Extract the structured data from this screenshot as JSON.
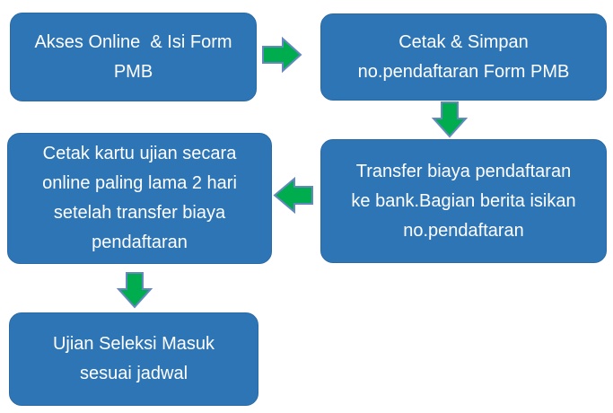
{
  "diagram": {
    "type": "flowchart",
    "steps": [
      {
        "id": "akses-online",
        "label": "Akses Online  & Isi Form\nPMB"
      },
      {
        "id": "cetak-simpan",
        "label": "Cetak & Simpan\nno.pendaftaran Form PMB"
      },
      {
        "id": "transfer-biaya",
        "label": "Transfer biaya pendaftaran\nke bank.Bagian berita isikan\nno.pendaftaran"
      },
      {
        "id": "cetak-kartu",
        "label": "Cetak kartu ujian secara\nonline paling lama 2 hari\nsetelah transfer biaya\npendaftaran"
      },
      {
        "id": "ujian-seleksi",
        "label": "Ujian Seleksi Masuk\nsesuai jadwal"
      }
    ],
    "arrows": [
      {
        "from": "akses-online",
        "to": "cetak-simpan",
        "direction": "right"
      },
      {
        "from": "cetak-simpan",
        "to": "transfer-biaya",
        "direction": "down"
      },
      {
        "from": "transfer-biaya",
        "to": "cetak-kartu",
        "direction": "left"
      },
      {
        "from": "cetak-kartu",
        "to": "ujian-seleksi",
        "direction": "down"
      }
    ],
    "colors": {
      "box_fill": "#2E75B6",
      "box_border": "#2A6AA6",
      "arrow_fill": "#00AD4E",
      "arrow_border": "#6688C0",
      "text": "#FFFFFF",
      "background": "#FFFFFF"
    }
  }
}
